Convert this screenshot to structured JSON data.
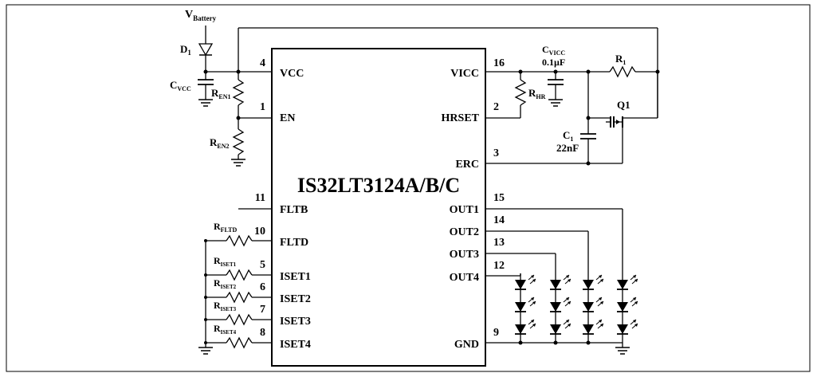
{
  "chip": {
    "name": "IS32LT3124A/B/C",
    "left_pins": [
      {
        "num": "4",
        "name": "VCC"
      },
      {
        "num": "1",
        "name": "EN"
      },
      {
        "num": "11",
        "name": "FLTB"
      },
      {
        "num": "10",
        "name": "FLTD"
      },
      {
        "num": "5",
        "name": "ISET1"
      },
      {
        "num": "6",
        "name": "ISET2"
      },
      {
        "num": "7",
        "name": "ISET3"
      },
      {
        "num": "8",
        "name": "ISET4"
      }
    ],
    "right_pins": [
      {
        "num": "16",
        "name": "VICC"
      },
      {
        "num": "2",
        "name": "HRSET"
      },
      {
        "num": "3",
        "name": "ERC"
      },
      {
        "num": "15",
        "name": "OUT1"
      },
      {
        "num": "14",
        "name": "OUT2"
      },
      {
        "num": "13",
        "name": "OUT3"
      },
      {
        "num": "12",
        "name": "OUT4"
      },
      {
        "num": "9",
        "name": "GND"
      }
    ]
  },
  "components": {
    "vbattery": {
      "main": "V",
      "sub": "Battery"
    },
    "d1": {
      "main": "D",
      "sub": "1"
    },
    "cvcc": {
      "main": "C",
      "sub": "VCC"
    },
    "ren1": {
      "main": "R",
      "sub": "EN1"
    },
    "ren2": {
      "main": "R",
      "sub": "EN2"
    },
    "rhr": {
      "main": "R",
      "sub": "HR"
    },
    "cvicc": {
      "main": "C",
      "sub": "VICC",
      "value": "0.1µF"
    },
    "r1": {
      "main": "R",
      "sub": "1"
    },
    "q1": {
      "label": "Q1"
    },
    "c1": {
      "main": "C",
      "sub": "1",
      "value": "22nF"
    },
    "rfltd": {
      "main": "R",
      "sub": "FLTD"
    },
    "riset1": {
      "main": "R",
      "sub": "ISET1"
    },
    "riset2": {
      "main": "R",
      "sub": "ISET2"
    },
    "riset3": {
      "main": "R",
      "sub": "ISET3"
    },
    "riset4": {
      "main": "R",
      "sub": "ISET4"
    }
  },
  "icons": [
    "diode-icon",
    "capacitor-icon",
    "resistor-icon",
    "ground-icon",
    "mosfet-icon",
    "led-icon"
  ]
}
